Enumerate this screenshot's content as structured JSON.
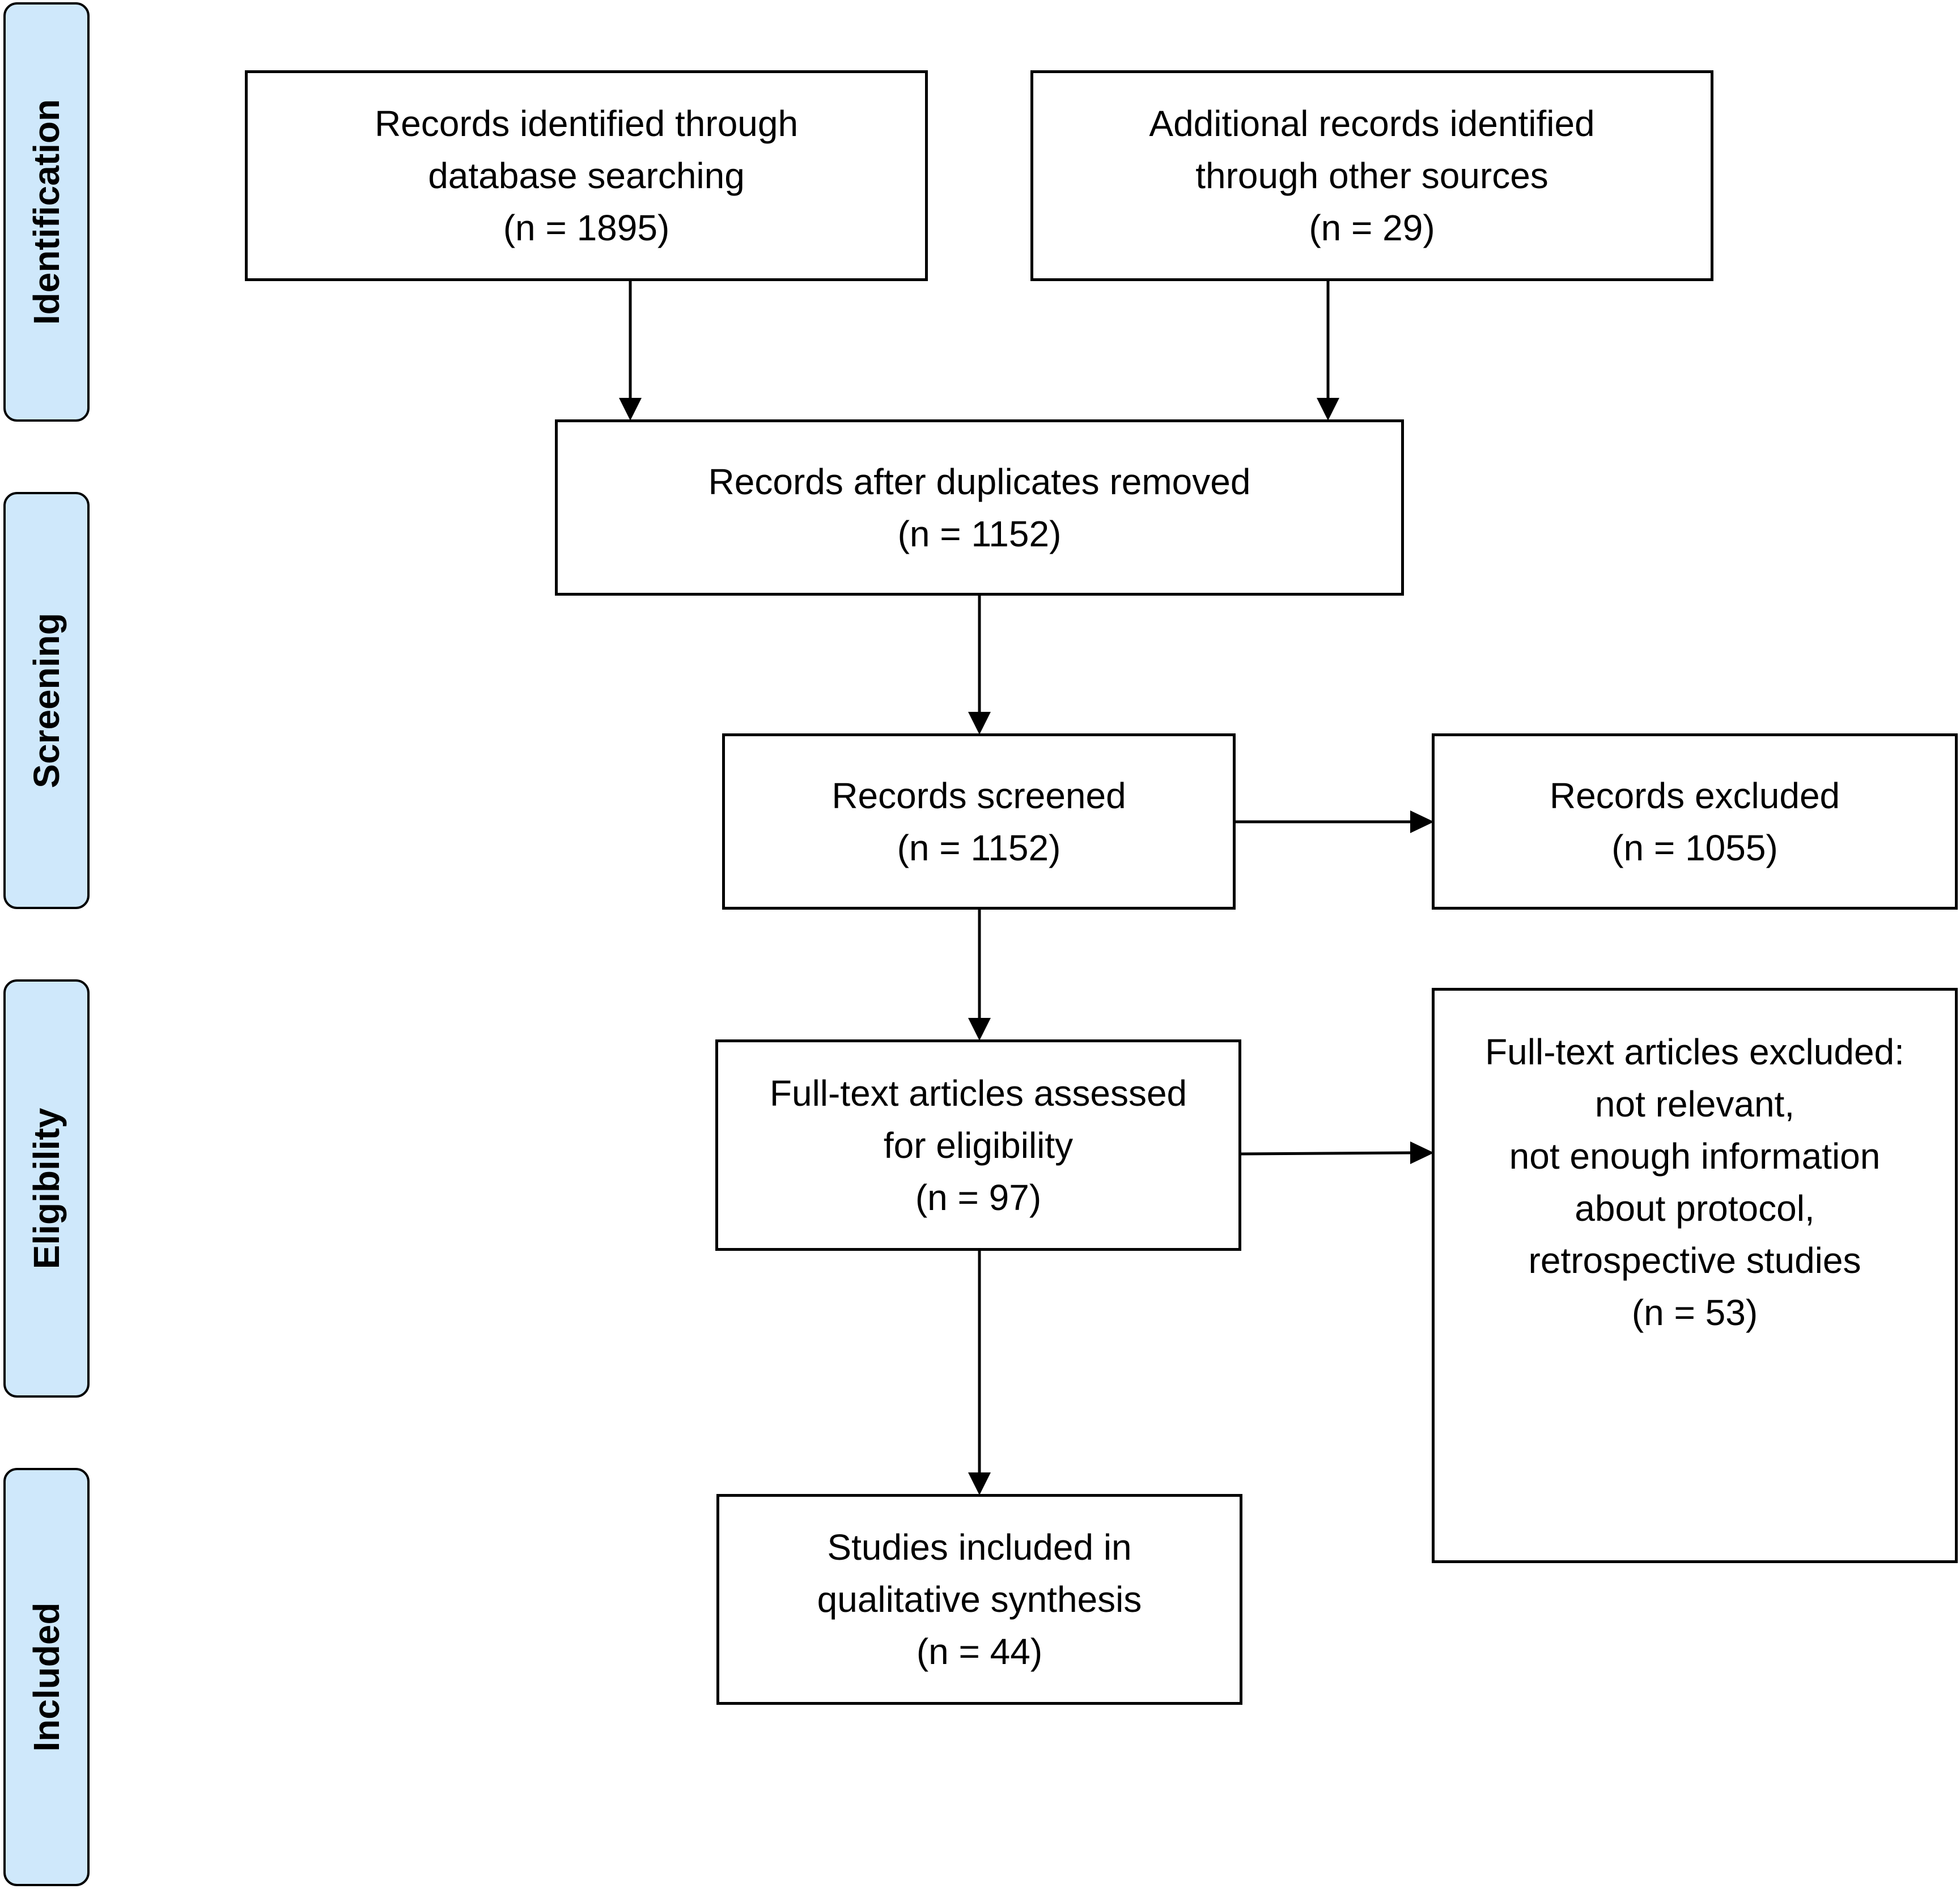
{
  "phases": {
    "identification": "Identification",
    "screening": "Screening",
    "eligibility": "Eligibility",
    "included": "Included"
  },
  "boxes": {
    "database": {
      "label": "Records identified through\ndatabase searching",
      "n": "(n = 1895)"
    },
    "other_sources": {
      "label": "Additional records identified\nthrough other sources",
      "n": "(n = 29)"
    },
    "duplicates_removed": {
      "label": "Records after duplicates removed",
      "n": "(n = 1152)"
    },
    "screened": {
      "label": "Records screened",
      "n": "(n = 1152)"
    },
    "excluded": {
      "label": "Records excluded",
      "n": "(n = 1055)"
    },
    "fulltext": {
      "label": "Full-text articles assessed\nfor eligibility",
      "n": "(n = 97)"
    },
    "fulltext_excluded": {
      "label": "Full-text articles excluded:\nnot relevant,\nnot enough information\nabout protocol,\nretrospective studies",
      "n": "(n = 53)"
    },
    "included": {
      "label": "Studies included in\nqualitative synthesis",
      "n": "(n = 44)"
    }
  }
}
